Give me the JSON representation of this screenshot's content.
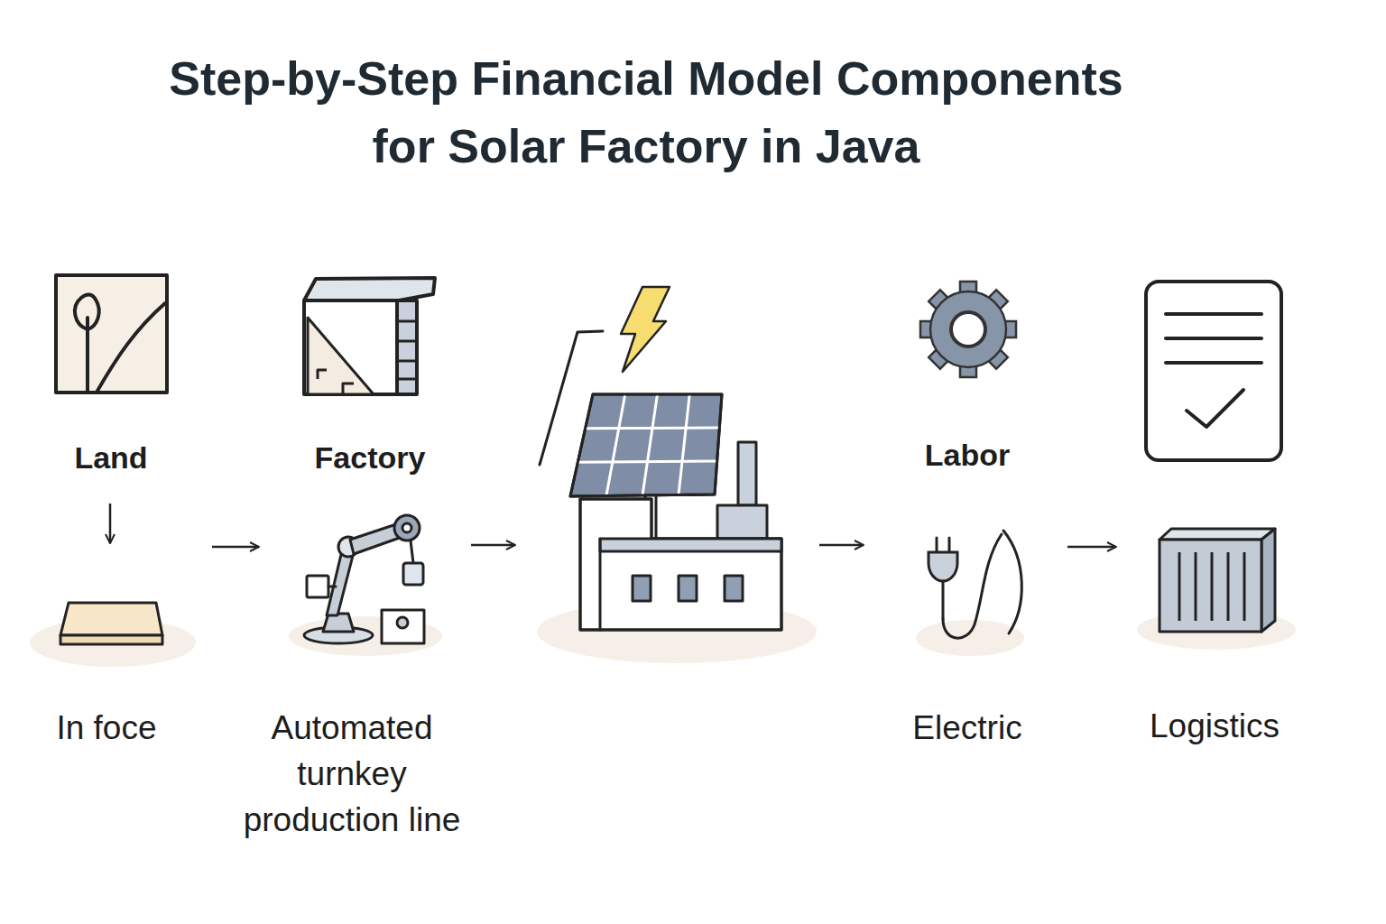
{
  "diagram": {
    "title": "Step-by-Step Financial Model Components for Solar Factory in Java",
    "nodes": [
      {
        "text": [
          "Land"
        ]
      },
      {
        "text": [
          "In foce"
        ]
      },
      {
        "text": [
          "Factory"
        ]
      },
      {
        "text": [
          "Automated turnkey production line"
        ]
      },
      {
        "text": [
          "Labor"
        ]
      },
      {
        "text": [
          "Electric"
        ]
      },
      {
        "text": [
          "Logistics"
        ]
      }
    ],
    "edges": [
      {
        "from": 0,
        "to": 1,
        "arrow": "to"
      },
      {
        "from": 1,
        "to": 3,
        "arrow": "to"
      },
      {
        "from": 5,
        "to": 6,
        "arrow": "to"
      }
    ]
  }
}
